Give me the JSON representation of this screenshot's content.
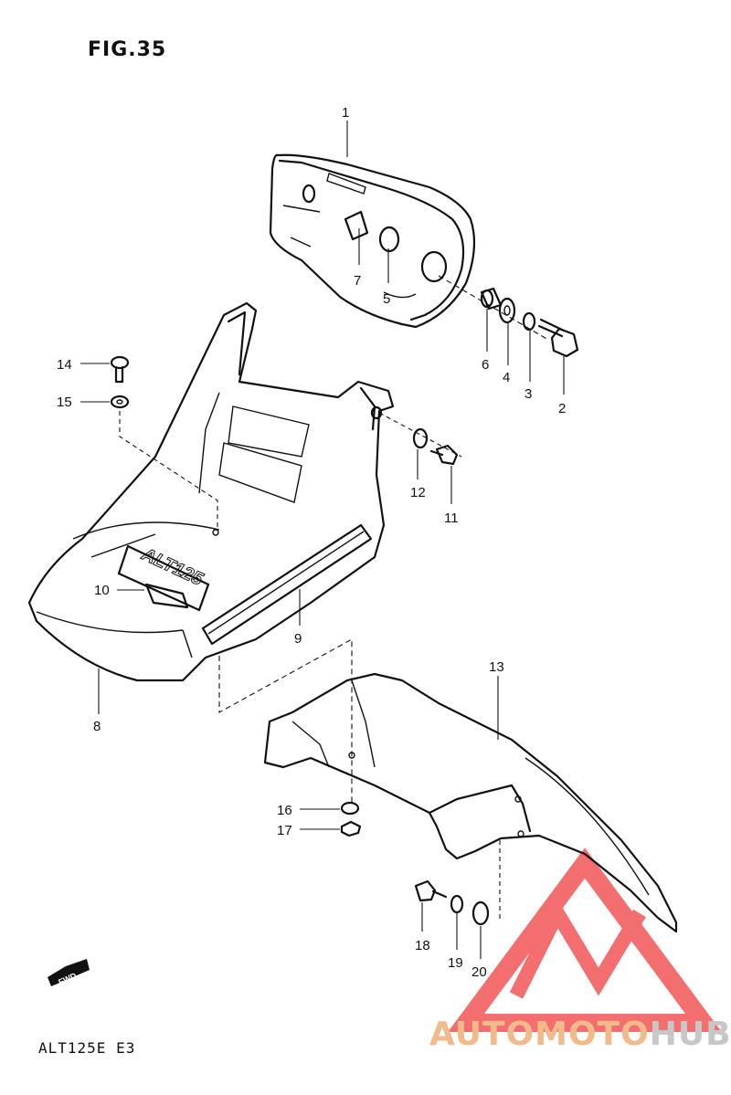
{
  "figure": {
    "title": "FIG.35",
    "model": "ALT125E E3"
  },
  "parts": {
    "p1": "1",
    "p2": "2",
    "p3": "3",
    "p4": "4",
    "p5": "5",
    "p6": "6",
    "p7": "7",
    "p8": "8",
    "p9": "9",
    "p10": "10",
    "p11": "11",
    "p12": "12",
    "p13": "13",
    "p14": "14",
    "p15": "15",
    "p16": "16",
    "p17": "17",
    "p18": "18",
    "p19": "19",
    "p20": "20"
  },
  "decal_text": "ALT125",
  "fwd_text": "FWD",
  "watermark": {
    "part1": "AUTOMOTO",
    "part2": "HUB",
    "color1": "#f2b98a",
    "color2": "#c7c7c7",
    "logo_color": "#f25555"
  }
}
